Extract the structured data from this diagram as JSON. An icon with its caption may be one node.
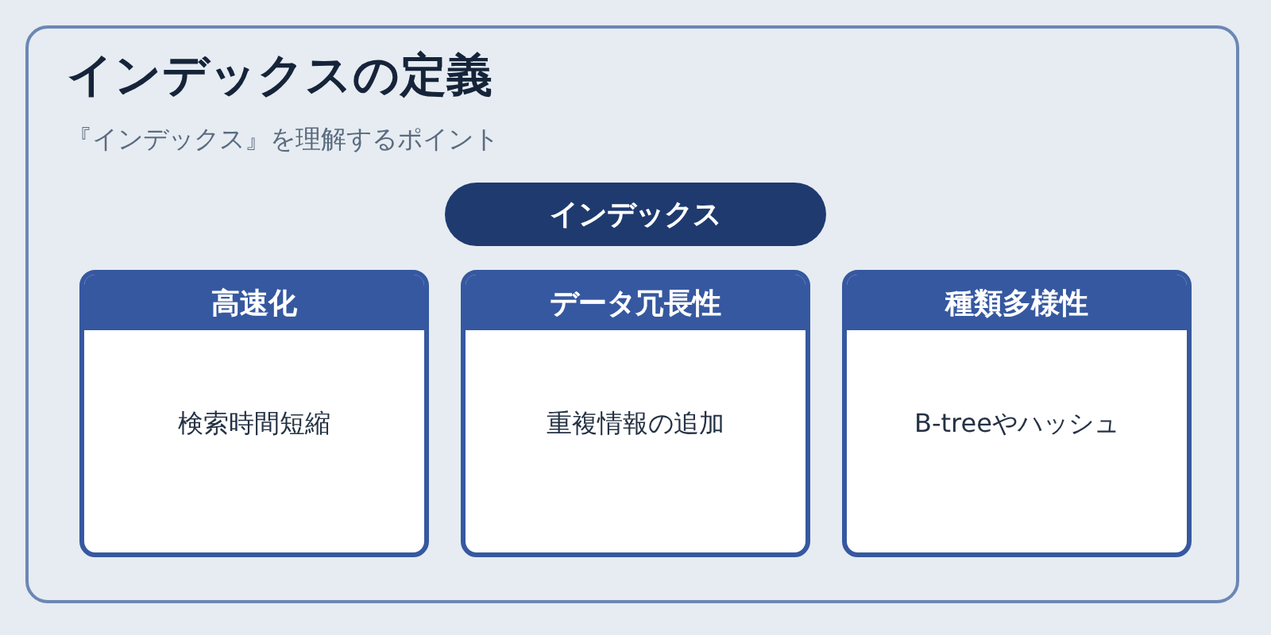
{
  "diagram": {
    "title": "インデックスの定義",
    "nodes": [
      {
        "text": [
          "インデックス"
        ]
      },
      {
        "text": [
          "高速化",
          "検索時間短縮"
        ]
      },
      {
        "text": [
          "データ冗長性",
          "重複情報の追加"
        ]
      },
      {
        "text": [
          "種類多様性",
          "B-treeやハッシュ"
        ]
      }
    ],
    "labels": [
      "『インデックス』を理解するポイント"
    ]
  }
}
